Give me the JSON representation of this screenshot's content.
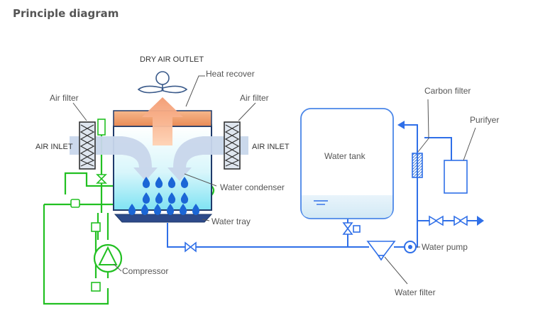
{
  "title": "Principle diagram",
  "labels": {
    "dry_air_outlet": "DRY AIR OUTLET",
    "heat_recover": "Heat recover",
    "air_filter_left": "Air filter",
    "air_filter_right": "Air filter",
    "air_inlet_left": "AIR INLET",
    "air_inlet_right": "AIR INLET",
    "water_condenser": "Water condenser",
    "water_tray": "Water tray",
    "compressor": "Compressor",
    "water_tank": "Water tank",
    "carbon_filter": "Carbon filter",
    "purifyer": "Purifyer",
    "water_pump": "Water pump",
    "water_filter": "Water filter"
  },
  "colors": {
    "refrigerant": "#22c022",
    "water_pipe": "#2f6fe8",
    "tank_stroke": "#4a86e8",
    "heat_recover": "#f0a070",
    "arrow": "#c8d8ee",
    "droplet": "#1b66d6"
  }
}
